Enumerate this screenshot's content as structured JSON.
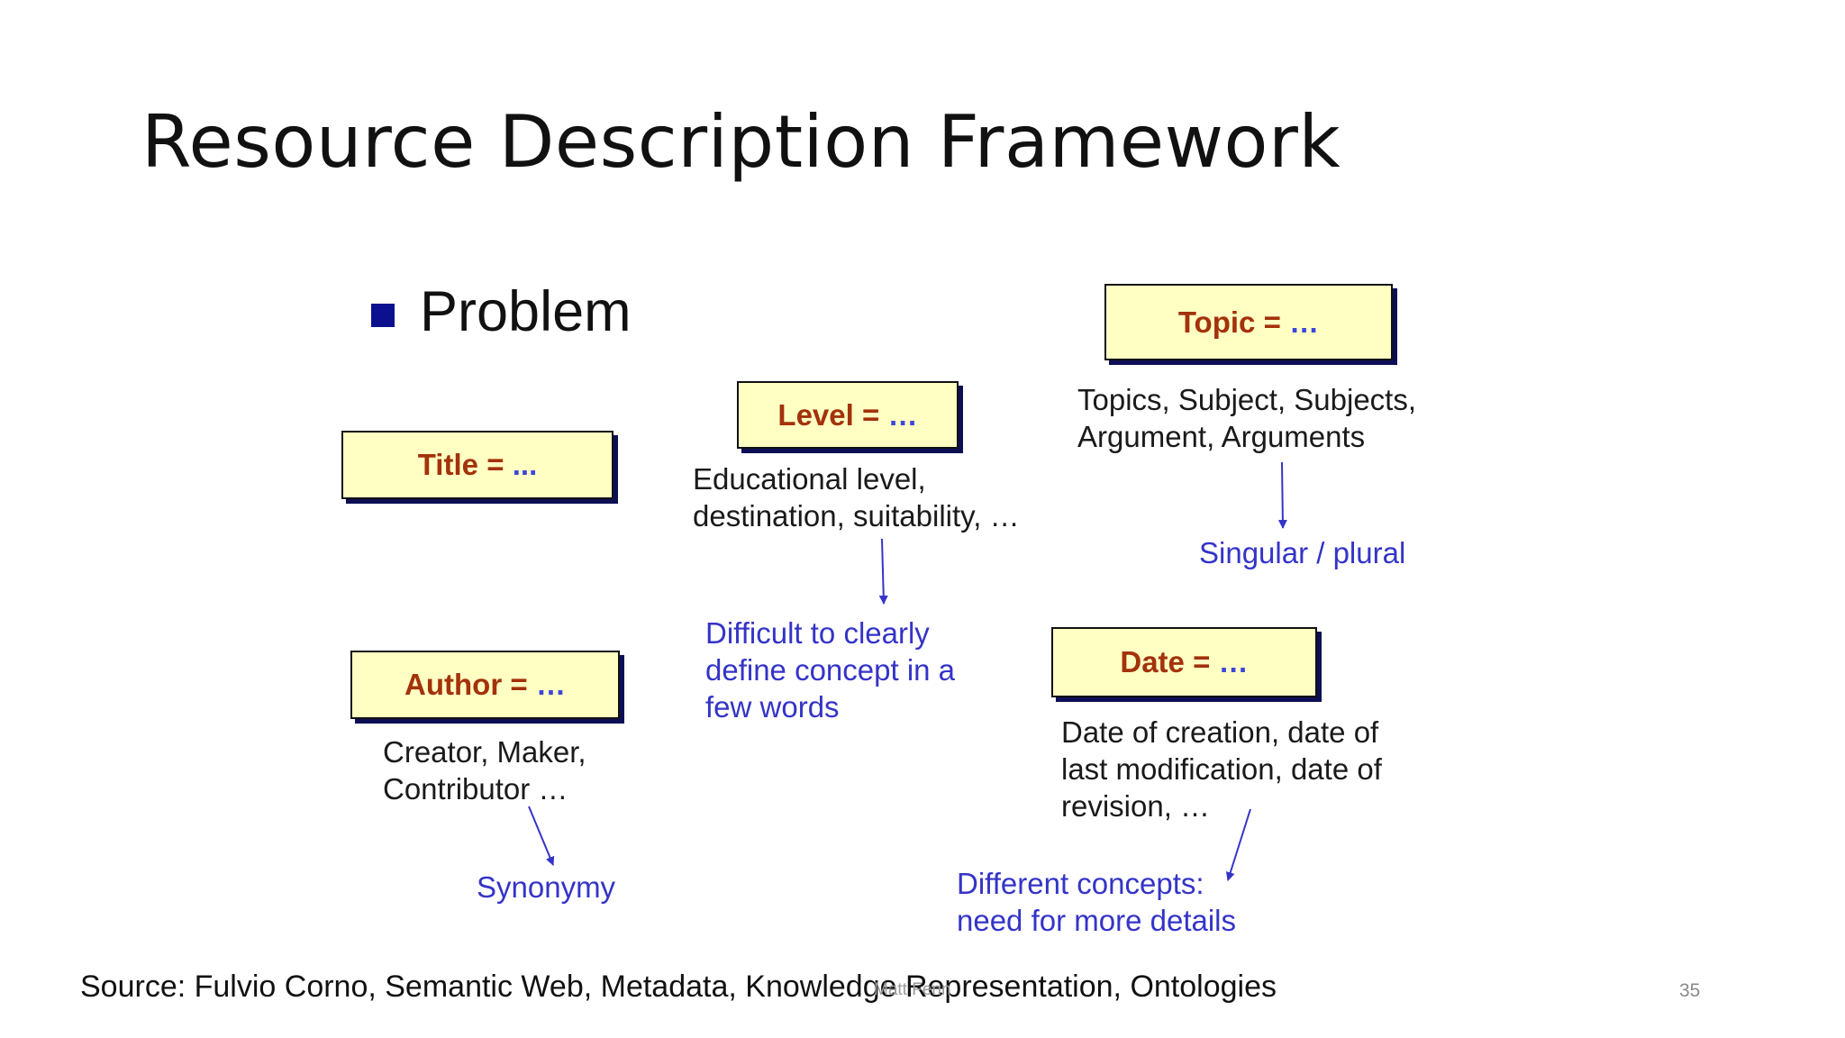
{
  "slide": {
    "title": "Resource Description Framework",
    "bullet": "Problem",
    "footer": "Matt Fenn",
    "page_number": "35",
    "source": "Source: Fulvio Corno, Semantic Web, Metadata, Knowledge Representation, Ontologies"
  },
  "fields": {
    "title": {
      "name": "Title",
      "eq": "=",
      "ellipsis": "..."
    },
    "level": {
      "name": "Level",
      "eq": "=",
      "ellipsis": "…",
      "desc": [
        "Educational level,",
        "destination, suitability, …"
      ],
      "note": [
        "Difficult to clearly",
        "define concept in a",
        "few words"
      ]
    },
    "topic": {
      "name": "Topic",
      "eq": "=",
      "ellipsis": "…",
      "desc": [
        "Topics, Subject, Subjects,",
        "Argument, Arguments"
      ],
      "note": [
        "Singular / plural"
      ]
    },
    "author": {
      "name": "Author",
      "eq": "=",
      "ellipsis": "…",
      "desc": [
        "Creator, Maker,",
        "Contributor …"
      ],
      "note": [
        "Synonymy"
      ]
    },
    "date": {
      "name": "Date",
      "eq": "=",
      "ellipsis": "…",
      "desc": [
        "Date of creation, date of",
        "last modification, date of",
        "revision, …"
      ],
      "note": [
        "Different concepts:",
        "need for more details"
      ]
    }
  },
  "colors": {
    "box_fill": "#ffffc4",
    "box_shadow": "#0d0f55",
    "field_name": "#a3320b",
    "ellipsis": "#3c47d9",
    "note": "#3434c8",
    "bullet": "#0b108f"
  }
}
